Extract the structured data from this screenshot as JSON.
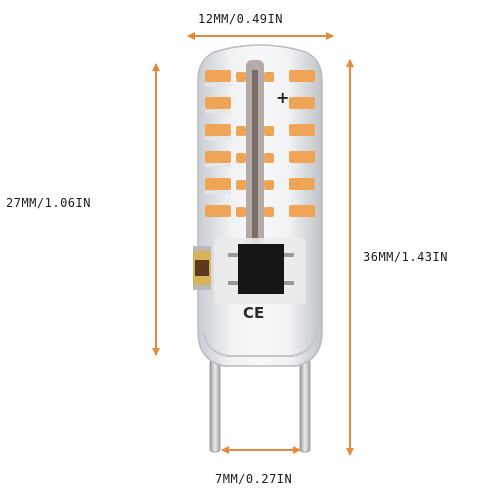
{
  "dimensions": {
    "width_top": "12MM/0.49IN",
    "height_body": "27MM/1.06IN",
    "height_total": "36MM/1.43IN",
    "pin_spacing": "7MM/0.27IN"
  },
  "marks": {
    "ce": "CE",
    "plus": "+"
  },
  "colors": {
    "arrow": "#e8883a",
    "led": "#f0a556",
    "housing": "#dde1e4",
    "chip": "#151515",
    "pins": "#c9c9c9"
  }
}
